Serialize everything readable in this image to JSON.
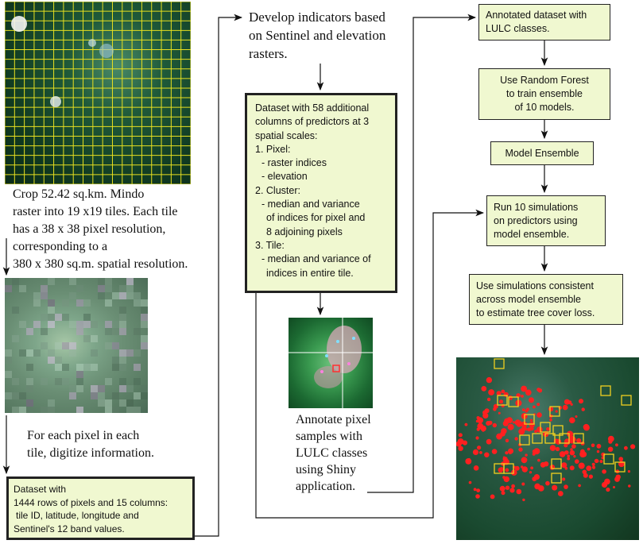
{
  "colors": {
    "box_fill": "#f0f8d0",
    "grid_line": "#e8e020",
    "tree_loss_points": "#ff2020",
    "tile_highlight": "#f0d020"
  },
  "texts": {
    "crop": [
      "Crop 52.42 sq.km. Mindo",
      "raster into 19 x19 tiles. Each tile",
      "has a 38 x 38 pixel resolution,",
      "corresponding to a",
      "380 x 380 sq.m. spatial resolution."
    ],
    "digitize": [
      "For each pixel in each",
      "tile, digitize information."
    ],
    "develop": [
      "Develop indicators based",
      "on Sentinel and elevation",
      "rasters."
    ],
    "annotate": [
      "Annotate pixel",
      "samples with",
      "LULC classes",
      "using Shiny",
      "application."
    ]
  },
  "boxes": {
    "dataset_1444": [
      "Dataset with",
      "1444 rows of pixels and 15 columns:",
      "tile ID, latitude, longitude and",
      "Sentinel's 12 band values."
    ],
    "dataset_58": [
      "Dataset with 58 additional",
      "columns of predictors at 3",
      "spatial scales:",
      "1. Pixel:",
      "- raster indices",
      "- elevation",
      "2. Cluster:",
      "- median and variance",
      "of indices for pixel and",
      "8 adjoining pixels",
      "3. Tile:",
      "- median and variance of",
      "indices in entire tile."
    ],
    "annotated": [
      "Annotated dataset with",
      "LULC classes."
    ],
    "random_forest": [
      "Use Random Forest",
      "to train ensemble",
      "of 10 models."
    ],
    "model_ensemble": "Model Ensemble",
    "run_sims": [
      "Run 10 simulations",
      "on predictors using",
      "model ensemble."
    ],
    "estimate": [
      "Use simulations consistent",
      "across model ensemble",
      "to estimate tree cover loss."
    ]
  }
}
